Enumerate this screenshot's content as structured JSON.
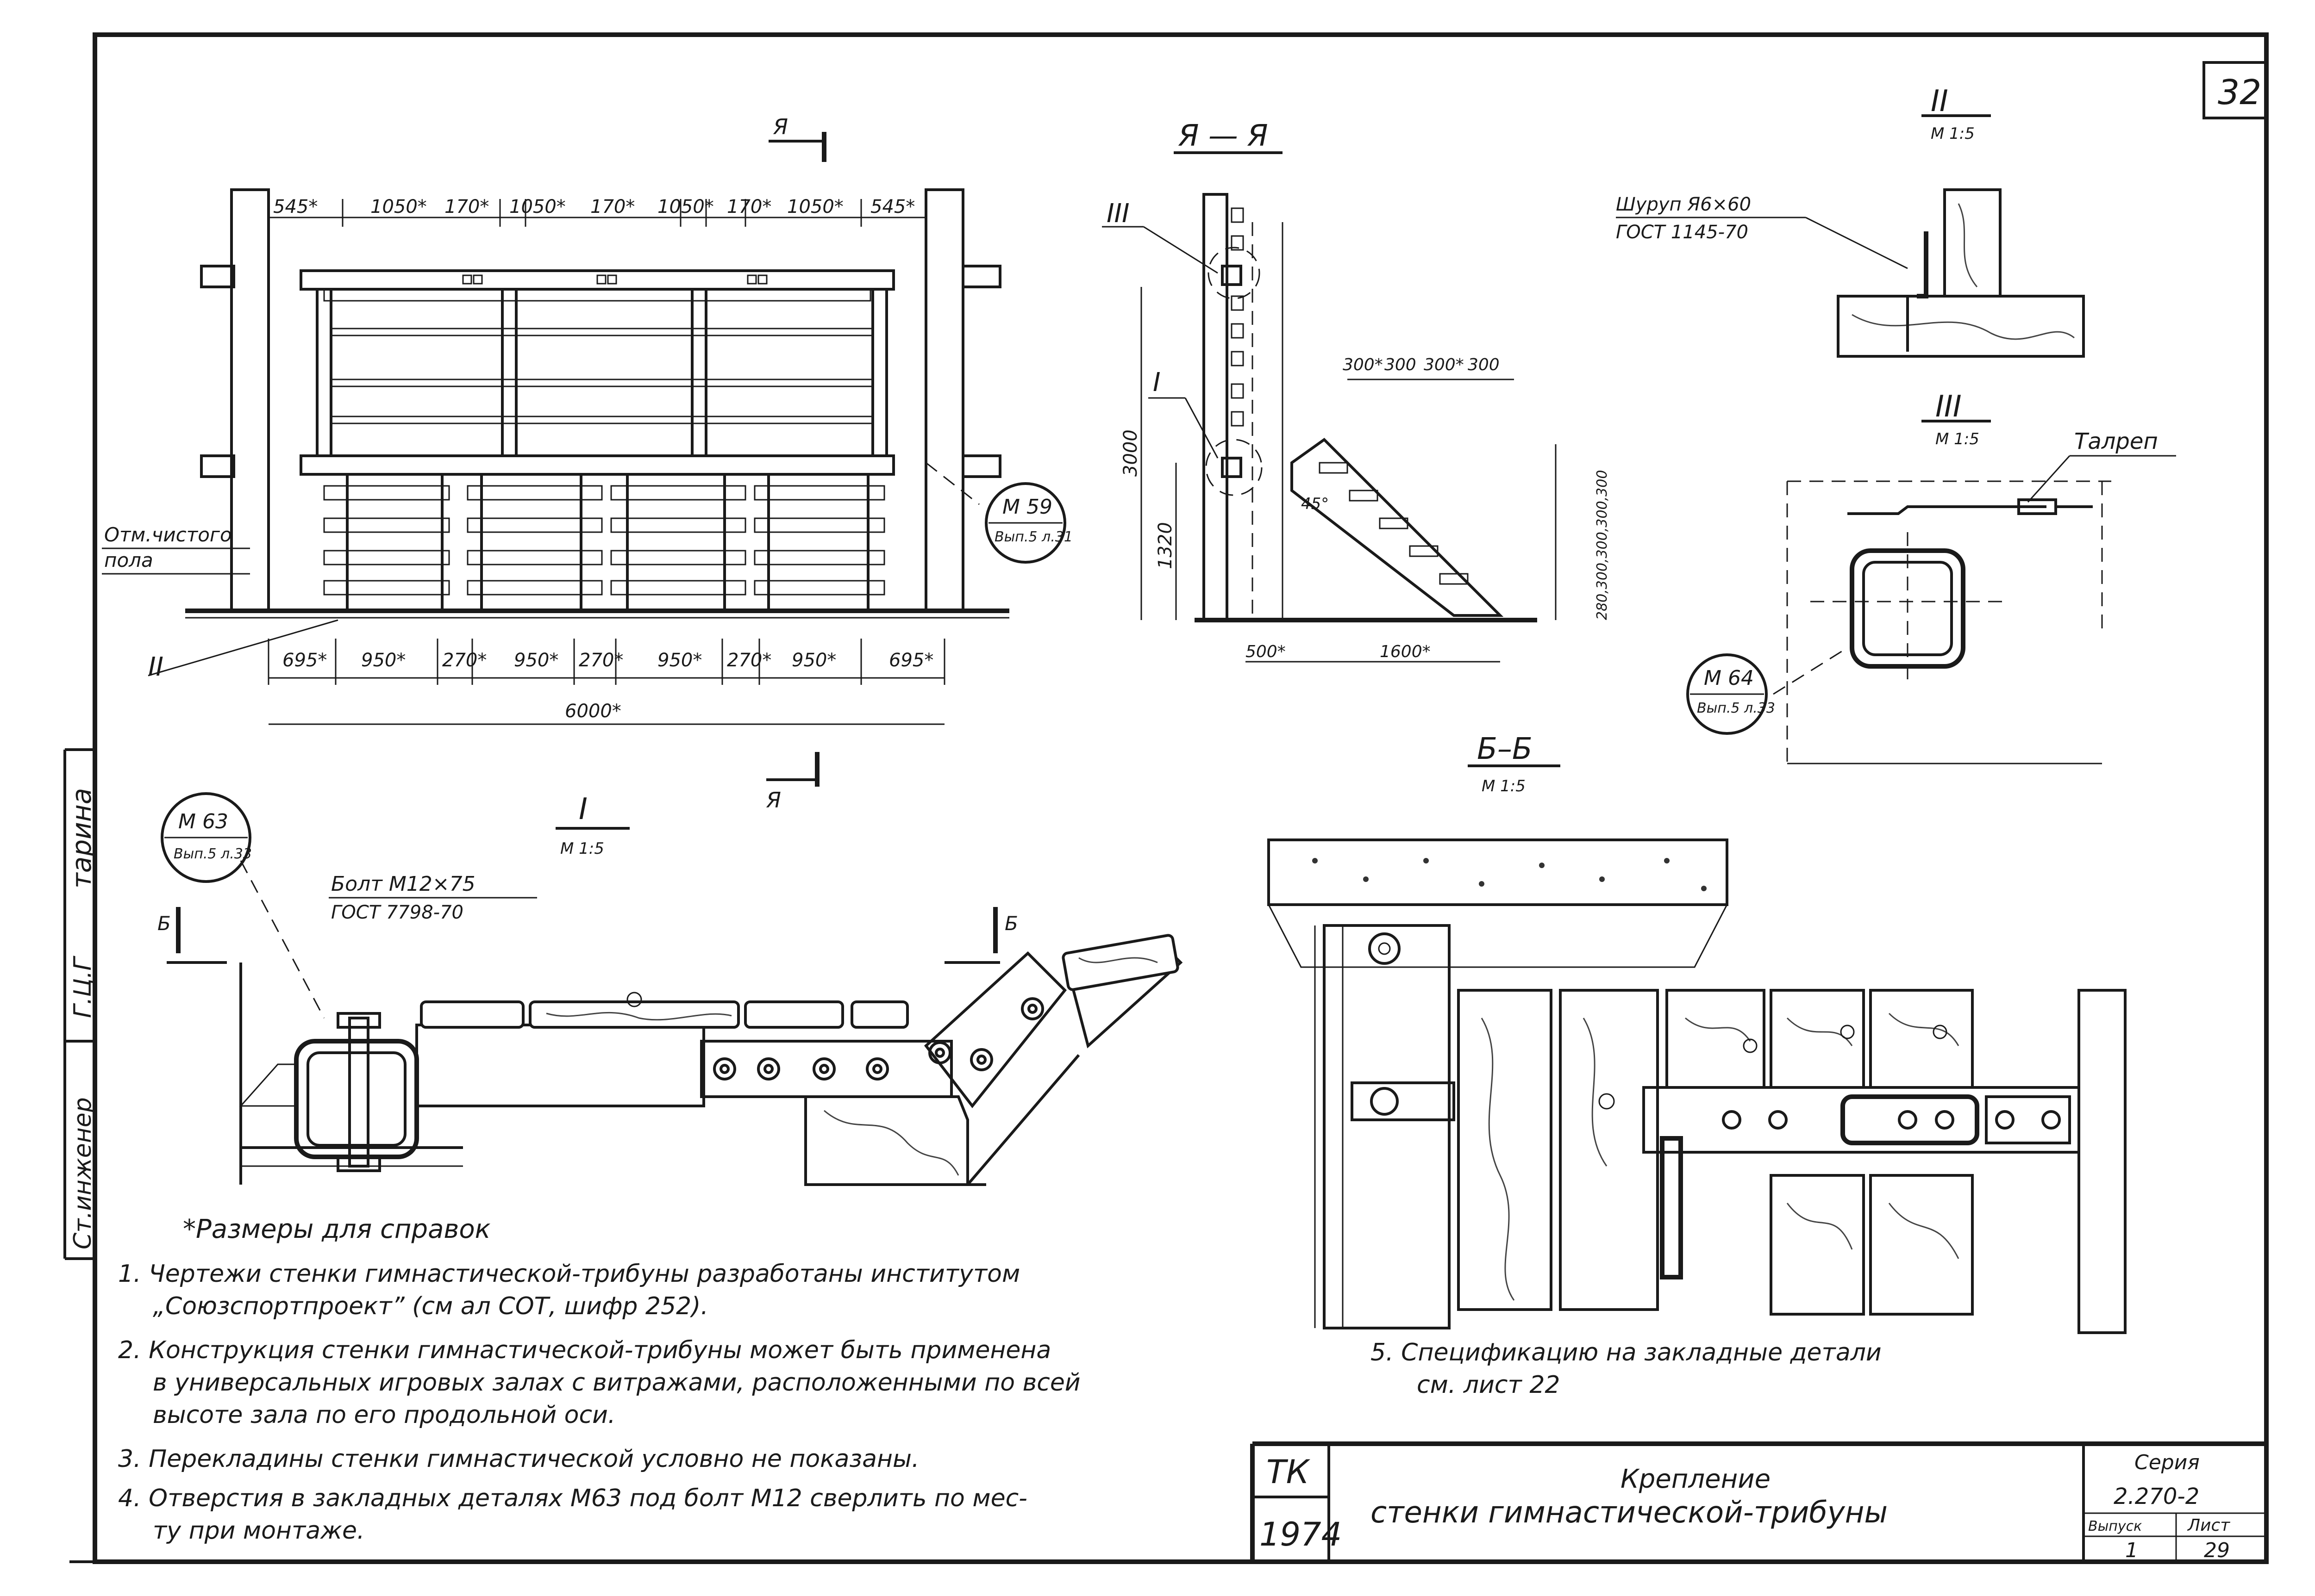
{
  "sheet": {
    "page_number": "32",
    "side_labels": [
      "тарина",
      "Ст.инженер"
    ],
    "side_signature": "Г.Ц.Г"
  },
  "main_view": {
    "dimensions_top": [
      "545*",
      "1050*",
      "170*",
      "1050*",
      "170*",
      "1050*",
      "170*",
      "1050*",
      "545*"
    ],
    "dimensions_bottom": [
      "695*",
      "950*",
      "270*",
      "950*",
      "270*",
      "950*",
      "270*",
      "950*",
      "695*"
    ],
    "overall_dimension": "6000*",
    "section_mark_top": "Я",
    "section_mark_bottom": "Я",
    "floor_label": [
      "Отм.чистого",
      "пола"
    ],
    "callout_view": "II",
    "badge_m59": [
      "М 59",
      "Вып.5 л.31"
    ]
  },
  "section_aa": {
    "title": "Я — Я",
    "roman_iii": "III",
    "roman_i": "I",
    "dim_3000": "3000",
    "dim_1320": "1320",
    "dim_500": "500*",
    "dim_1600": "1600*",
    "steps_top": [
      "300*",
      "300",
      "300*",
      "300"
    ],
    "steps_side": "280,300,300,300,300",
    "angle": "45°"
  },
  "detail_ii": {
    "title": "II",
    "scale": "М 1:5",
    "screw": [
      "Шуруп Я6×60",
      "ГОСТ 1145-70"
    ]
  },
  "detail_iii": {
    "title": "III",
    "scale": "М 1:5",
    "turnbuckle": "Талреп",
    "badge_m64": [
      "М 64",
      "Вып.5 л.33"
    ]
  },
  "detail_i": {
    "title": "I",
    "scale": "М 1:5",
    "bolt": [
      "Болт М12×75",
      "ГОСТ 7798-70"
    ],
    "badge_m63": [
      "М 63",
      "Вып.5 л.33"
    ],
    "cut_mark_left": "Б",
    "cut_mark_right": "Б"
  },
  "section_bb": {
    "title": "Б–Б",
    "scale": "М 1:5"
  },
  "notes": {
    "ref_note": "*Размеры для справок",
    "items": [
      "1. Чертежи стенки гимнастической-трибуны разработаны институтом",
      "„Союзспортпроект” (см ал СОТ, шифр 252).",
      "2. Конструкция стенки гимнастической-трибуны может быть применена",
      "в универсальных игровых залах с витражами, расположенными по всей",
      "высоте зала по его продольной оси.",
      "3. Перекладины стенки гимнастической условно не показаны.",
      "4. Отверстия в закладных деталях М63 под болт М12 сверлить по мес-",
      "ту при монтаже."
    ],
    "item5": [
      "5. Спецификацию на закладные детали",
      "см. лист 22"
    ]
  },
  "title_block": {
    "org_top": "ТК",
    "org_year": "1974",
    "title_line1": "Крепление",
    "title_line2": "стенки гимнастической-трибуны",
    "series_label": "Серия",
    "series_value": "2.270-2",
    "issue_label": "Выпуск",
    "issue_value": "1",
    "sheet_label": "Лист",
    "sheet_value": "29"
  }
}
